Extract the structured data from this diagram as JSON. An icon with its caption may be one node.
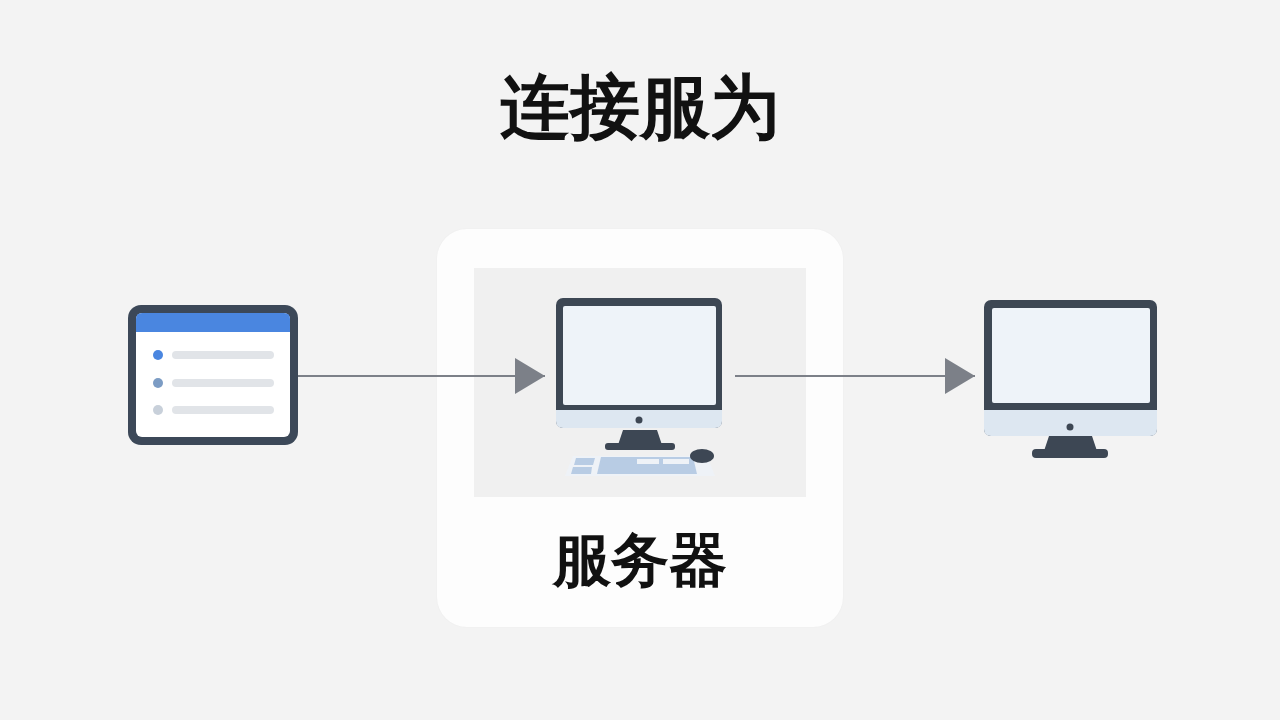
{
  "diagram": {
    "title": "连接服为",
    "nodes": [
      {
        "text": [],
        "shape": "picture"
      },
      {
        "text": [
          "服务器"
        ]
      },
      {
        "text": [],
        "shape": "picture",
        "in": 1
      },
      {
        "text": [],
        "shape": "picture"
      }
    ],
    "edges": [
      {
        "from": 0,
        "to": 2,
        "arrow": "to"
      },
      {
        "from": 2,
        "to": 3,
        "arrow": "to"
      }
    ]
  }
}
